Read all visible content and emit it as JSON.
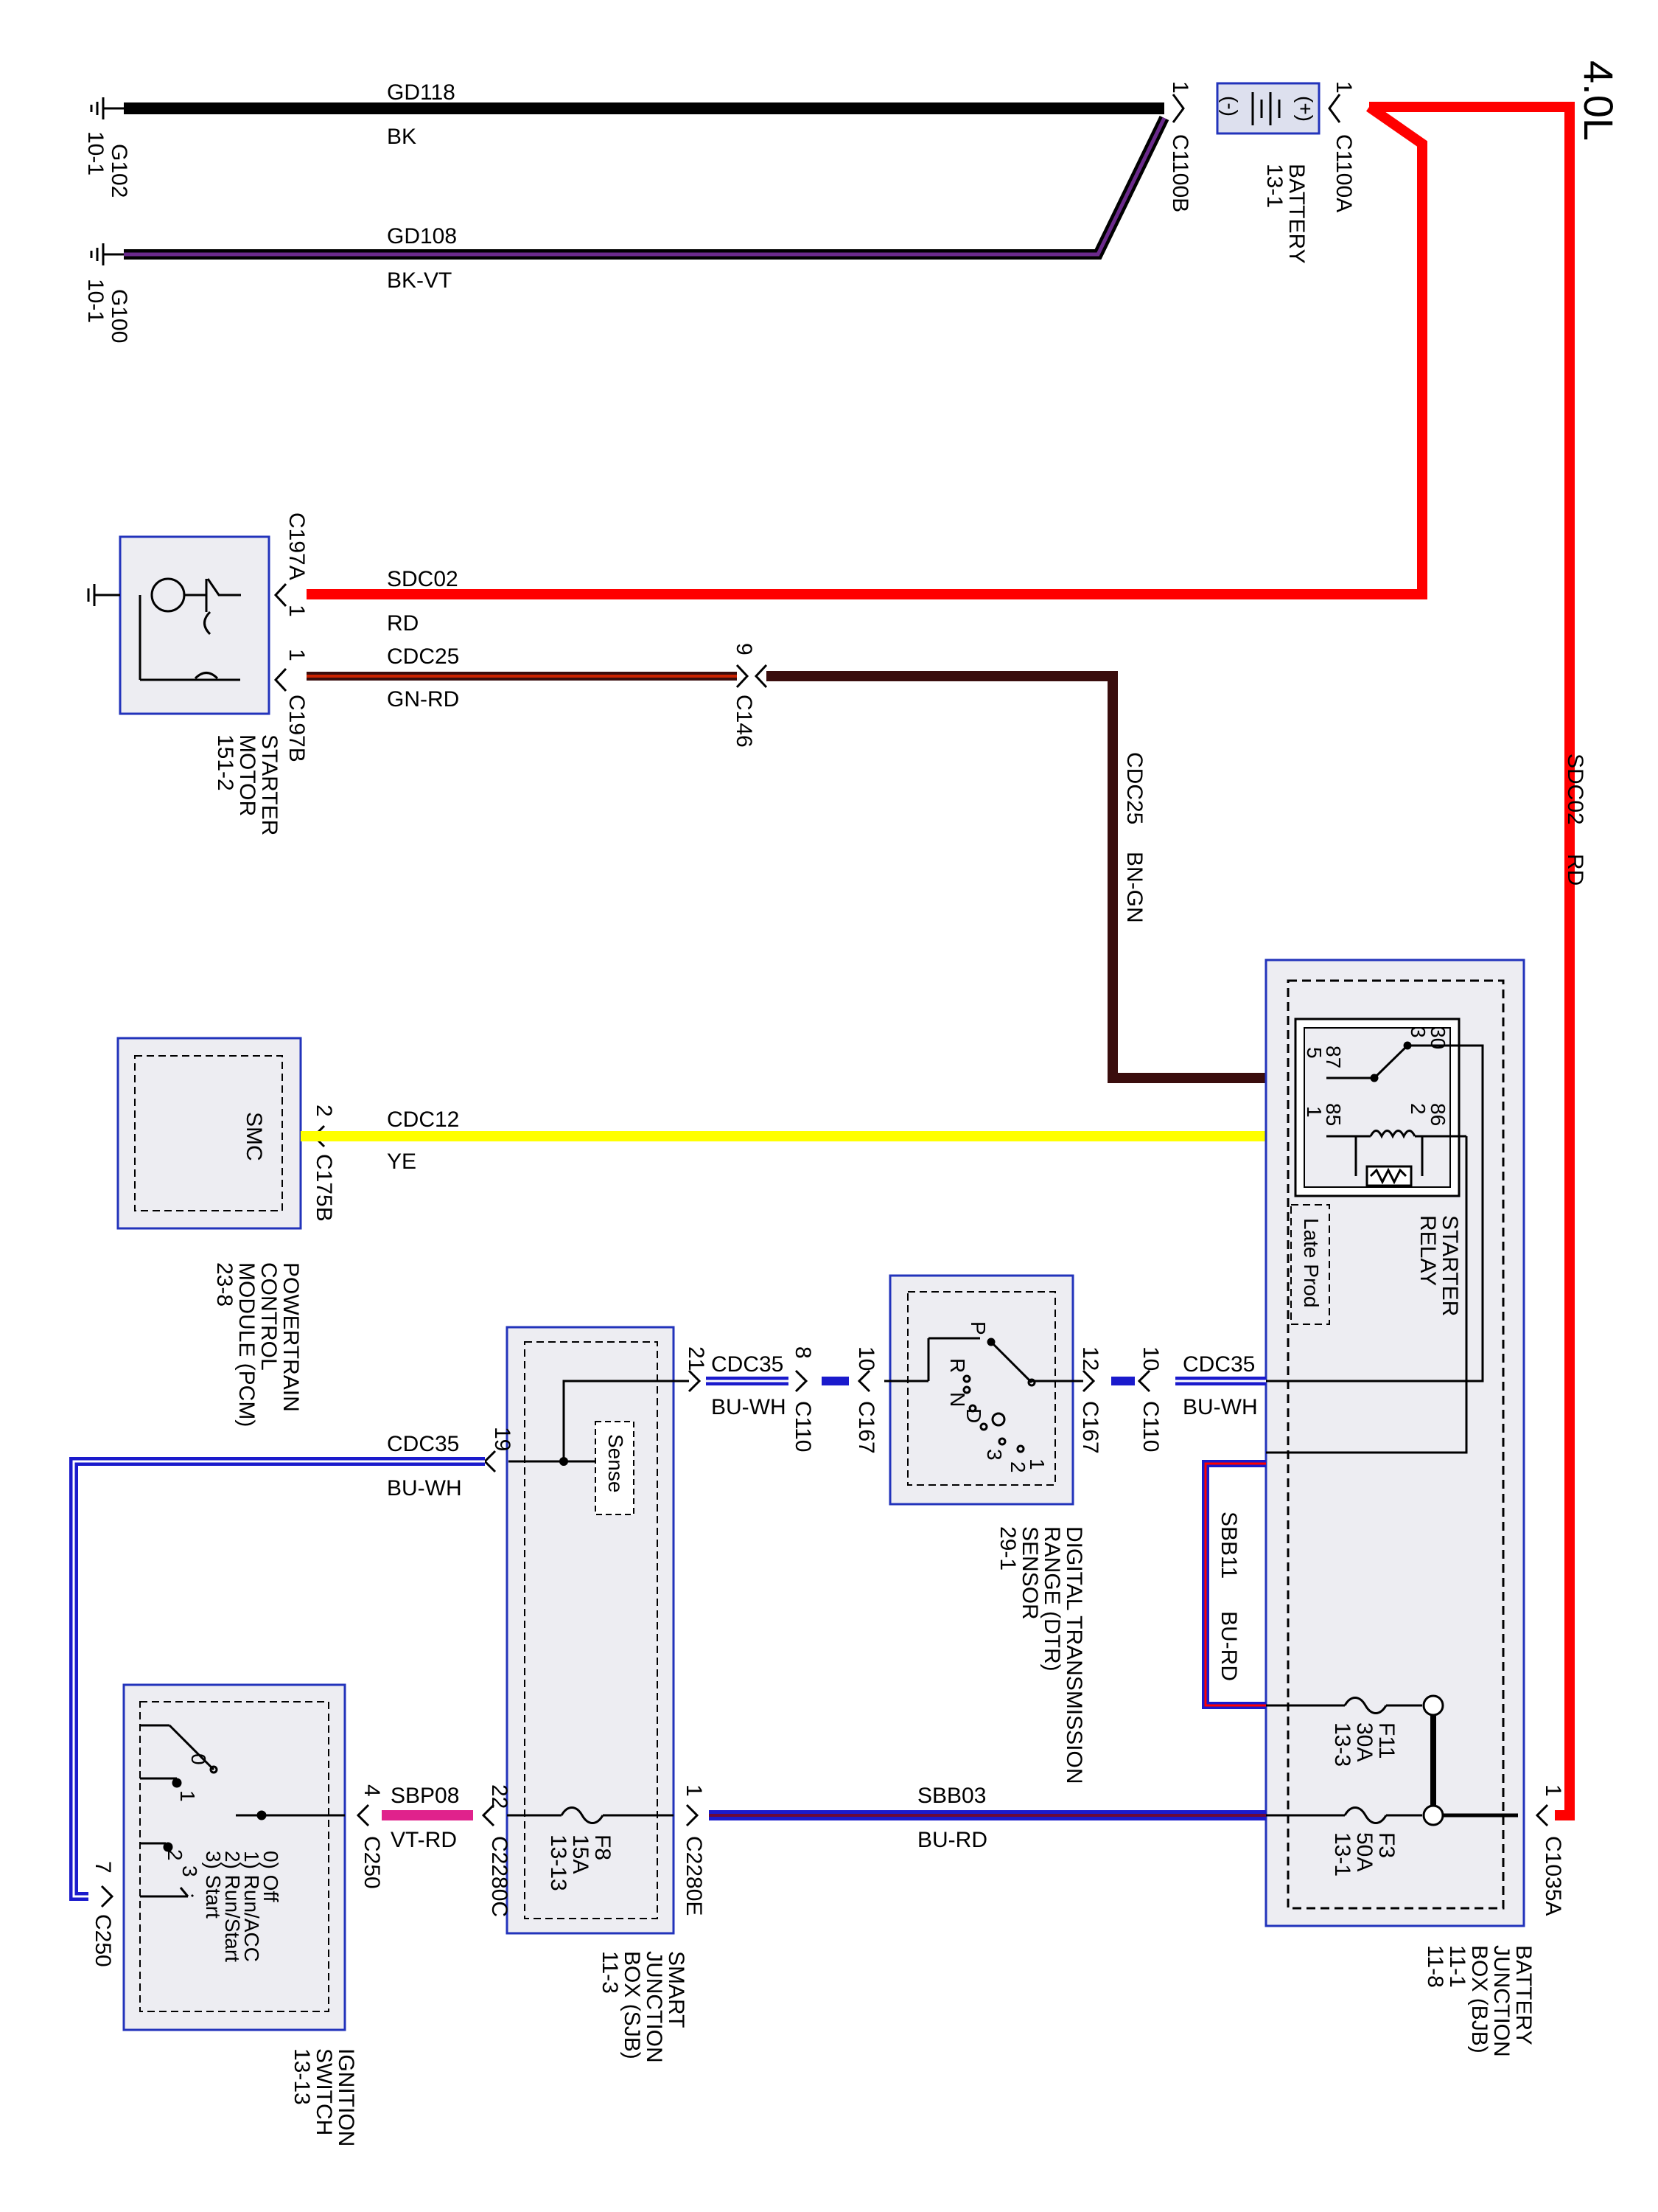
{
  "page": {
    "engine": "4.0L"
  },
  "colors": {
    "wire_red": "#ff0000",
    "wire_black": "#000000",
    "wire_blue": "#1a1acc",
    "wire_violet": "#6b2a8c",
    "wire_yellow": "#ffff00",
    "wire_darkbrown": "#3a0d0d",
    "wire_pink": "#e0228c",
    "box_blue": "#2233bb",
    "box_fill": "#ededf2"
  },
  "grounds": [
    {
      "name": "G102",
      "ref": "10-1"
    },
    {
      "name": "G100",
      "ref": "10-1"
    }
  ],
  "battery": {
    "label": "BATTERY",
    "ref": "13-1",
    "conn_a": "C1100A",
    "conn_b": "C1100B",
    "pin_a": "1",
    "pin_b": "1",
    "neg_sym": "(-)",
    "pos_sym": "(+)"
  },
  "wires": {
    "gd118": {
      "circuit": "GD118",
      "color": "BK"
    },
    "gd108": {
      "circuit": "GD108",
      "color": "BK-VT"
    },
    "sdc02_top": {
      "circuit": "SDC02",
      "color": "RD"
    },
    "sdc02_v": {
      "circuit": "SDC02",
      "color": "RD"
    },
    "cdc25_h": {
      "circuit": "CDC25",
      "color": "GN-RD"
    },
    "cdc25_v": {
      "circuit": "CDC25",
      "color": "BN-GN"
    },
    "cdc12": {
      "circuit": "CDC12",
      "color": "YE"
    },
    "cdc35_left": {
      "circuit": "CDC35",
      "color": "BU-WH"
    },
    "cdc35_mid": {
      "circuit": "CDC35",
      "color": "BU-WH"
    },
    "cdc35_right": {
      "circuit": "CDC35",
      "color": "BU-WH"
    },
    "sbb11": {
      "circuit": "SBB11",
      "color": "BU-RD"
    },
    "sbb03": {
      "circuit": "SBB03",
      "color": "BU-RD"
    },
    "sbp08": {
      "circuit": "SBP08",
      "color": "VT-RD"
    }
  },
  "starter_motor": {
    "title_line1": "STARTER",
    "title_line2": "MOTOR",
    "ref": "151-2",
    "conn_a": "C197A",
    "conn_b": "C197B",
    "pin_a": "1",
    "pin_b": "1"
  },
  "c146": {
    "conn": "C146",
    "pin": "9"
  },
  "pcm": {
    "abbrev": "SMC",
    "title_line1": "POWERTRAIN",
    "title_line2": "CONTROL",
    "title_line3": "MODULE (PCM)",
    "ref": "23-8",
    "conn": "C175B",
    "pin": "2"
  },
  "starter_relay": {
    "title_line1": "STARTER",
    "title_line2": "RELAY",
    "note": "Late Prod",
    "t30": "30",
    "t87": "87",
    "t86": "86",
    "t85": "85",
    "n3": "3",
    "n5": "5",
    "n2": "2",
    "n1": "1"
  },
  "bjb": {
    "title_line1": "BATTERY",
    "title_line2": "JUNCTION",
    "title_line3": "BOX (BJB)",
    "ref1": "11-1",
    "ref2": "11-8",
    "conn": "C1035A",
    "pin": "1",
    "f11_name": "F11",
    "f11_amp": "30A",
    "f11_ref": "13-3",
    "f3_name": "F3",
    "f3_amp": "50A",
    "f3_ref": "13-1"
  },
  "dtr": {
    "title_line1": "DIGITAL TRANSMISSION",
    "title_line2": "RANGE (DTR)",
    "title_line3": "SENSOR",
    "ref": "29-1",
    "conn_c167_left": "C167",
    "pin_c167_left": "10",
    "conn_c167_right": "C167",
    "pin_c167_right": "12",
    "pos_p": "P",
    "pos_r": "R",
    "pos_n": "N",
    "pos_d": "D",
    "pos_1": "1",
    "pos_2": "2",
    "pos_3": "3"
  },
  "c110": {
    "left_conn": "C110",
    "left_pin": "8",
    "right_conn": "C110",
    "right_pin": "10"
  },
  "sjb": {
    "title_line1": "SMART",
    "title_line2": "JUNCTION",
    "title_line3": "BOX (SJB)",
    "ref": "11-3",
    "sense": "Sense",
    "pin21": "21",
    "pin19": "19",
    "pin22": "22",
    "pin1": "1",
    "conn_c": "C2280C",
    "conn_e": "C2280E",
    "fuse_name": "F8",
    "fuse_amp": "15A",
    "fuse_ref": "13-13"
  },
  "ignition": {
    "title_line1": "IGNITION",
    "title_line2": "SWITCH",
    "ref": "13-13",
    "conn_pin4": "C250",
    "pin4": "4",
    "conn_pin7": "C250",
    "pin7": "7",
    "pos0": "0",
    "pos1": "1",
    "pos2": "2",
    "pos3": "3",
    "legend0": "0) Off",
    "legend1": "1) Run/ACC",
    "legend2": "2) Run/Start",
    "legend3": "3) Start"
  }
}
